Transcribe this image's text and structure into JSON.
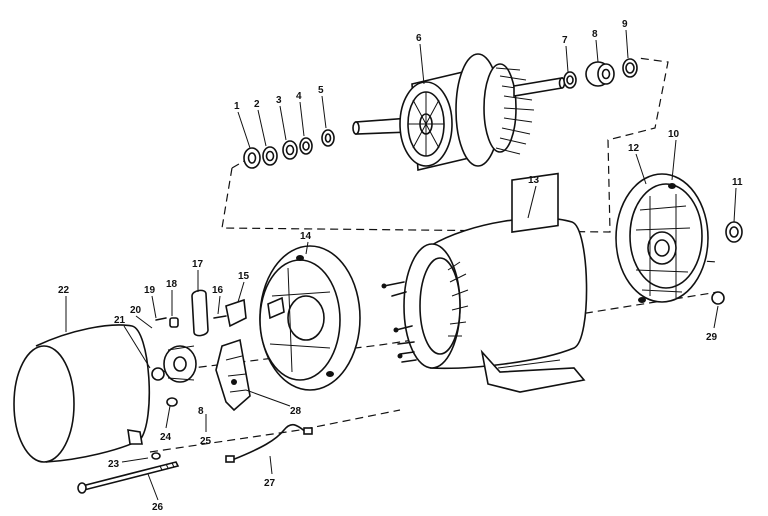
{
  "diagram": {
    "callouts": [
      {
        "id": "1",
        "label": "1"
      },
      {
        "id": "2",
        "label": "2"
      },
      {
        "id": "3",
        "label": "3"
      },
      {
        "id": "4",
        "label": "4"
      },
      {
        "id": "5",
        "label": "5"
      },
      {
        "id": "6",
        "label": "6"
      },
      {
        "id": "7",
        "label": "7"
      },
      {
        "id": "8",
        "label": "8"
      },
      {
        "id": "9",
        "label": "9"
      },
      {
        "id": "10",
        "label": "10"
      },
      {
        "id": "11",
        "label": "11"
      },
      {
        "id": "12",
        "label": "12"
      },
      {
        "id": "13",
        "label": "13"
      },
      {
        "id": "14",
        "label": "14"
      },
      {
        "id": "15",
        "label": "15"
      },
      {
        "id": "16",
        "label": "16"
      },
      {
        "id": "17",
        "label": "17"
      },
      {
        "id": "18",
        "label": "18"
      },
      {
        "id": "19",
        "label": "19"
      },
      {
        "id": "20",
        "label": "20"
      },
      {
        "id": "21",
        "label": "21"
      },
      {
        "id": "22",
        "label": "22"
      },
      {
        "id": "23",
        "label": "23"
      },
      {
        "id": "24",
        "label": "24"
      },
      {
        "id": "25",
        "label": "25"
      },
      {
        "id": "26",
        "label": "26"
      },
      {
        "id": "27",
        "label": "27"
      },
      {
        "id": "28",
        "label": "28"
      },
      {
        "id": "29",
        "label": "29"
      },
      {
        "id": "8b",
        "label": "8"
      }
    ]
  }
}
